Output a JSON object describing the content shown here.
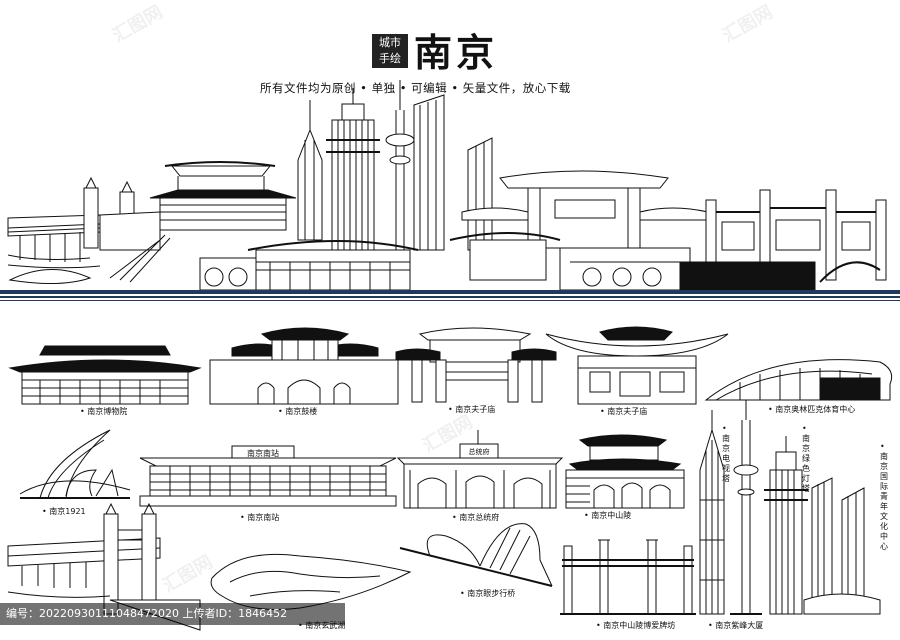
{
  "header": {
    "badge": "城市\n手绘",
    "title": "南京",
    "subtitle": "所有文件均为原创 • 单独 • 可编辑 • 矢量文件，放心下载"
  },
  "captions": {
    "museum": "• 南京博物院",
    "drum_tower": "• 南京鼓楼",
    "fuzimiao_gate": "• 南京夫子庙",
    "fuzimiao_hall": "• 南京夫子庙",
    "olympic": "• 南京奥林匹克体育中心",
    "n1921": "• 南京1921",
    "south_station": "• 南京南站",
    "presidential": "• 南京总统府",
    "sun_yatsen": "• 南京中山陵",
    "xuanwu": "• 南京玄武湖",
    "eye_bridge": "• 南京眼步行桥",
    "memorial_arch": "• 南京中山陵博爱牌坊",
    "zifeng": "• 南京紫峰大厦",
    "tv_tower": "• 南京电视塔",
    "green_tower": "• 南京绿色灯塔",
    "youth_center": "• 南京国际青年文化中心"
  },
  "signs": {
    "south_station": "南京南站",
    "presidential": "总统府"
  },
  "footer": {
    "text": "编号：20220930111048472020 上传者ID：1846452"
  },
  "watermark": "汇图网",
  "colors": {
    "baseline": "#1f3a5a",
    "ink": "#111111"
  }
}
